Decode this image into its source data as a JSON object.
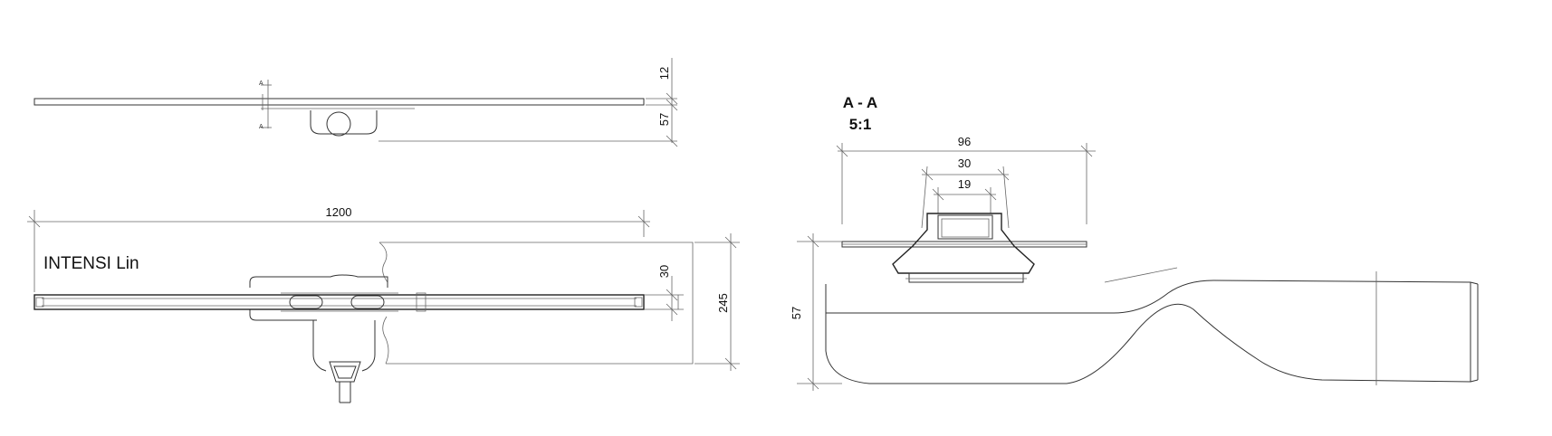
{
  "product_name": "INTENSI Lin",
  "section_label": "A - A",
  "section_scale": "5:1",
  "section_marker": "A",
  "dimensions": {
    "top_height": "12",
    "top_depth": "57",
    "length": "1200",
    "width_inner": "30",
    "width_total": "245",
    "sec_width": "96",
    "sec_outlet": "30",
    "sec_inner": "19",
    "sec_height": "57"
  }
}
